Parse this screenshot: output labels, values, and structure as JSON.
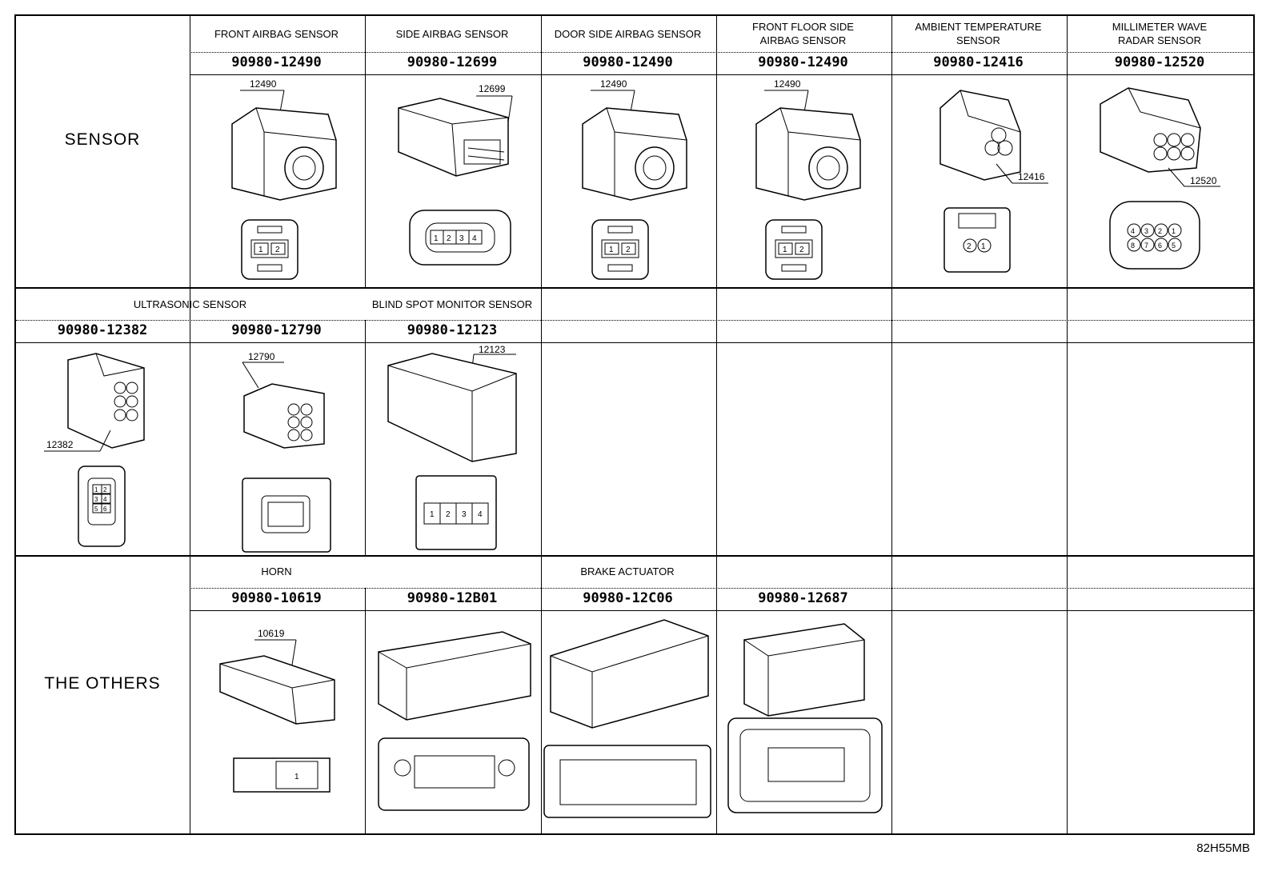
{
  "doc_code": "82H55MB",
  "groups": {
    "sensor": "SENSOR",
    "others": "THE OTHERS"
  },
  "row1": {
    "cells": [
      {
        "name": "FRONT AIRBAG SENSOR",
        "part": "90980-12490",
        "callout": "12490",
        "pins": [
          "1",
          "2"
        ]
      },
      {
        "name": "SIDE AIRBAG SENSOR",
        "part": "90980-12699",
        "callout": "12699",
        "pins": [
          "1",
          "2",
          "3",
          "4"
        ]
      },
      {
        "name": "DOOR SIDE AIRBAG SENSOR",
        "part": "90980-12490",
        "callout": "12490",
        "pins": [
          "1",
          "2"
        ]
      },
      {
        "name": "FRONT FLOOR SIDE\nAIRBAG SENSOR",
        "part": "90980-12490",
        "callout": "12490",
        "pins": [
          "1",
          "2"
        ]
      },
      {
        "name": "AMBIENT TEMPERATURE\nSENSOR",
        "part": "90980-12416",
        "callout": "12416",
        "pins": [
          "2",
          "1"
        ]
      },
      {
        "name": "MILLIMETER WAVE\nRADAR SENSOR",
        "part": "90980-12520",
        "callout": "12520",
        "pins": [
          "4",
          "3",
          "2",
          "1",
          "8",
          "7",
          "6",
          "5"
        ]
      }
    ]
  },
  "row2": {
    "ultrasonic": "ULTRASONIC SENSOR",
    "blind_spot": "BLIND SPOT MONITOR SENSOR",
    "cells": [
      {
        "part": "90980-12382",
        "callout": "12382",
        "pins": [
          "1",
          "2",
          "3",
          "4",
          "5",
          "6"
        ]
      },
      {
        "part": "90980-12790",
        "callout": "12790"
      },
      {
        "part": "90980-12123",
        "callout": "12123",
        "pins": [
          "1",
          "2",
          "3",
          "4"
        ]
      }
    ]
  },
  "row3": {
    "horn": "HORN",
    "brake": "BRAKE ACTUATOR",
    "cells": [
      {
        "part": "90980-10619",
        "callout": "10619",
        "pins": [
          "1"
        ]
      },
      {
        "part": "90980-12B01"
      },
      {
        "part": "90980-12C06"
      },
      {
        "part": "90980-12687"
      }
    ]
  }
}
